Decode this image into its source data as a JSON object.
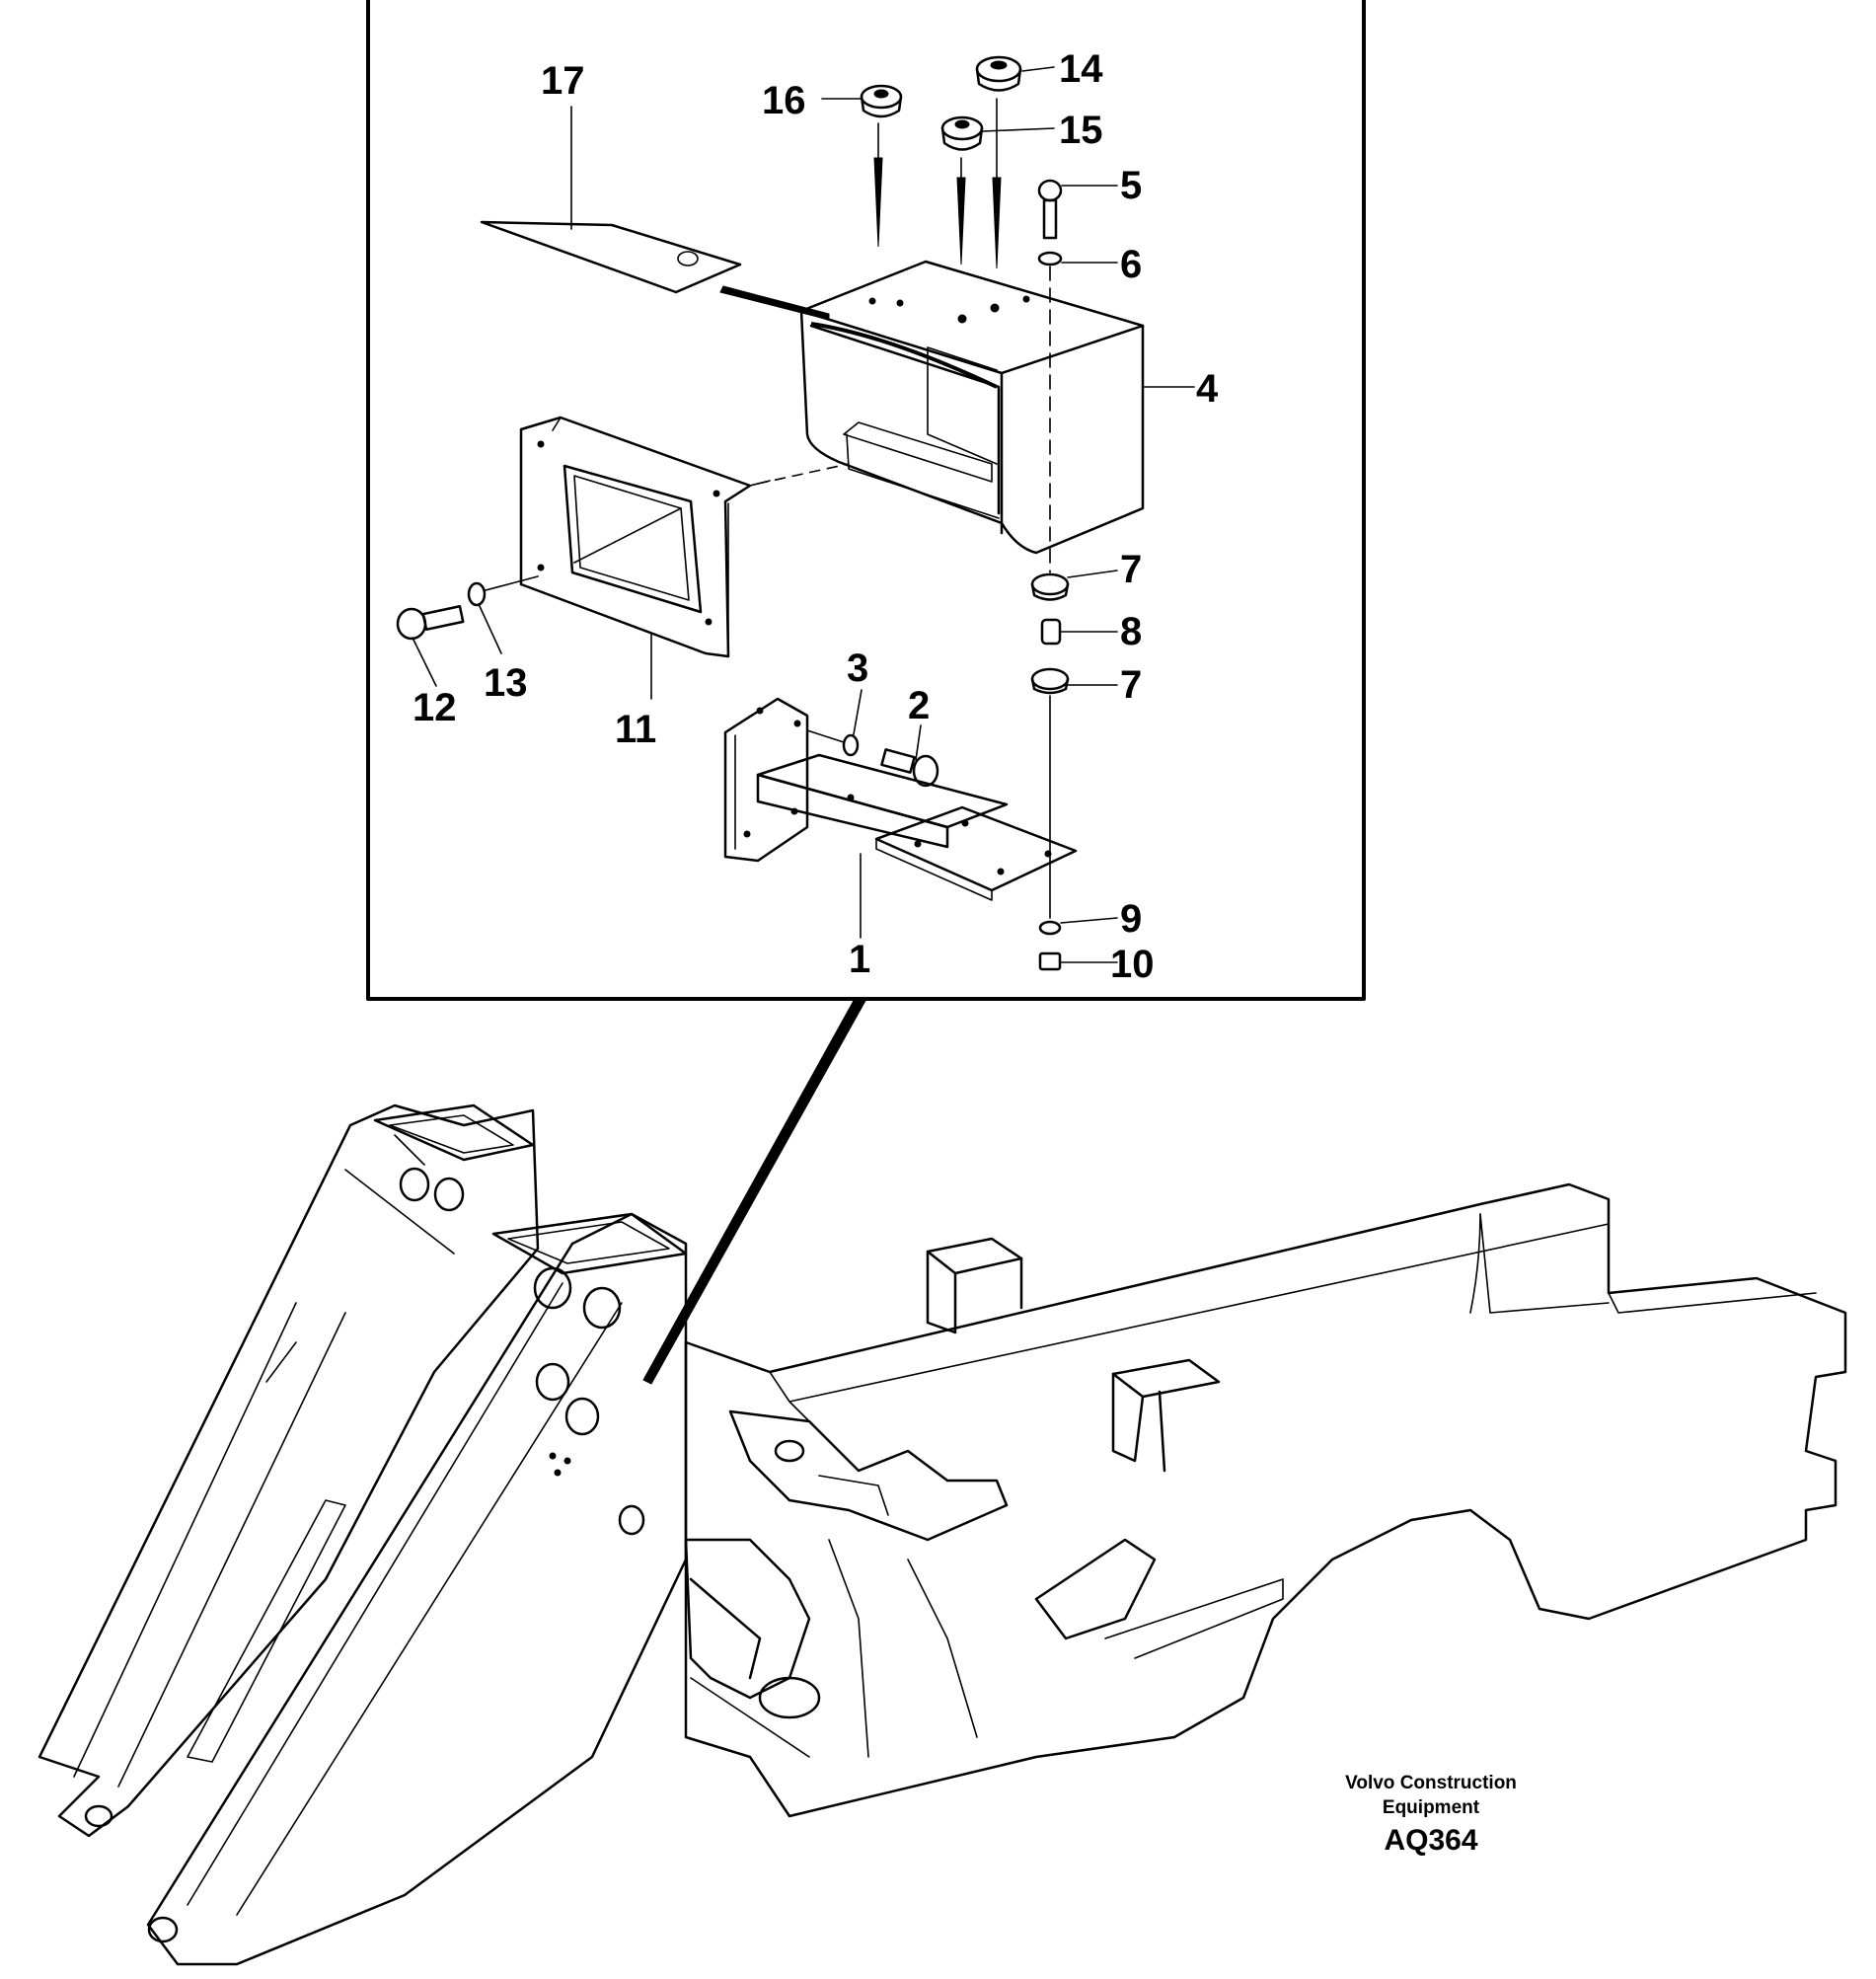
{
  "callouts": {
    "c1": "1",
    "c2": "2",
    "c3": "3",
    "c4": "4",
    "c5": "5",
    "c6": "6",
    "c7a": "7",
    "c7b": "7",
    "c8": "8",
    "c9": "9",
    "c10": "10",
    "c11": "11",
    "c12": "12",
    "c13": "13",
    "c14": "14",
    "c15": "15",
    "c16": "16",
    "c17": "17"
  },
  "footer": {
    "manufacturer": "Volvo Construction",
    "manufacturer_line2": "Equipment",
    "drawing_code": "AQ364"
  },
  "colors": {
    "line": "#000000",
    "background": "#ffffff"
  }
}
